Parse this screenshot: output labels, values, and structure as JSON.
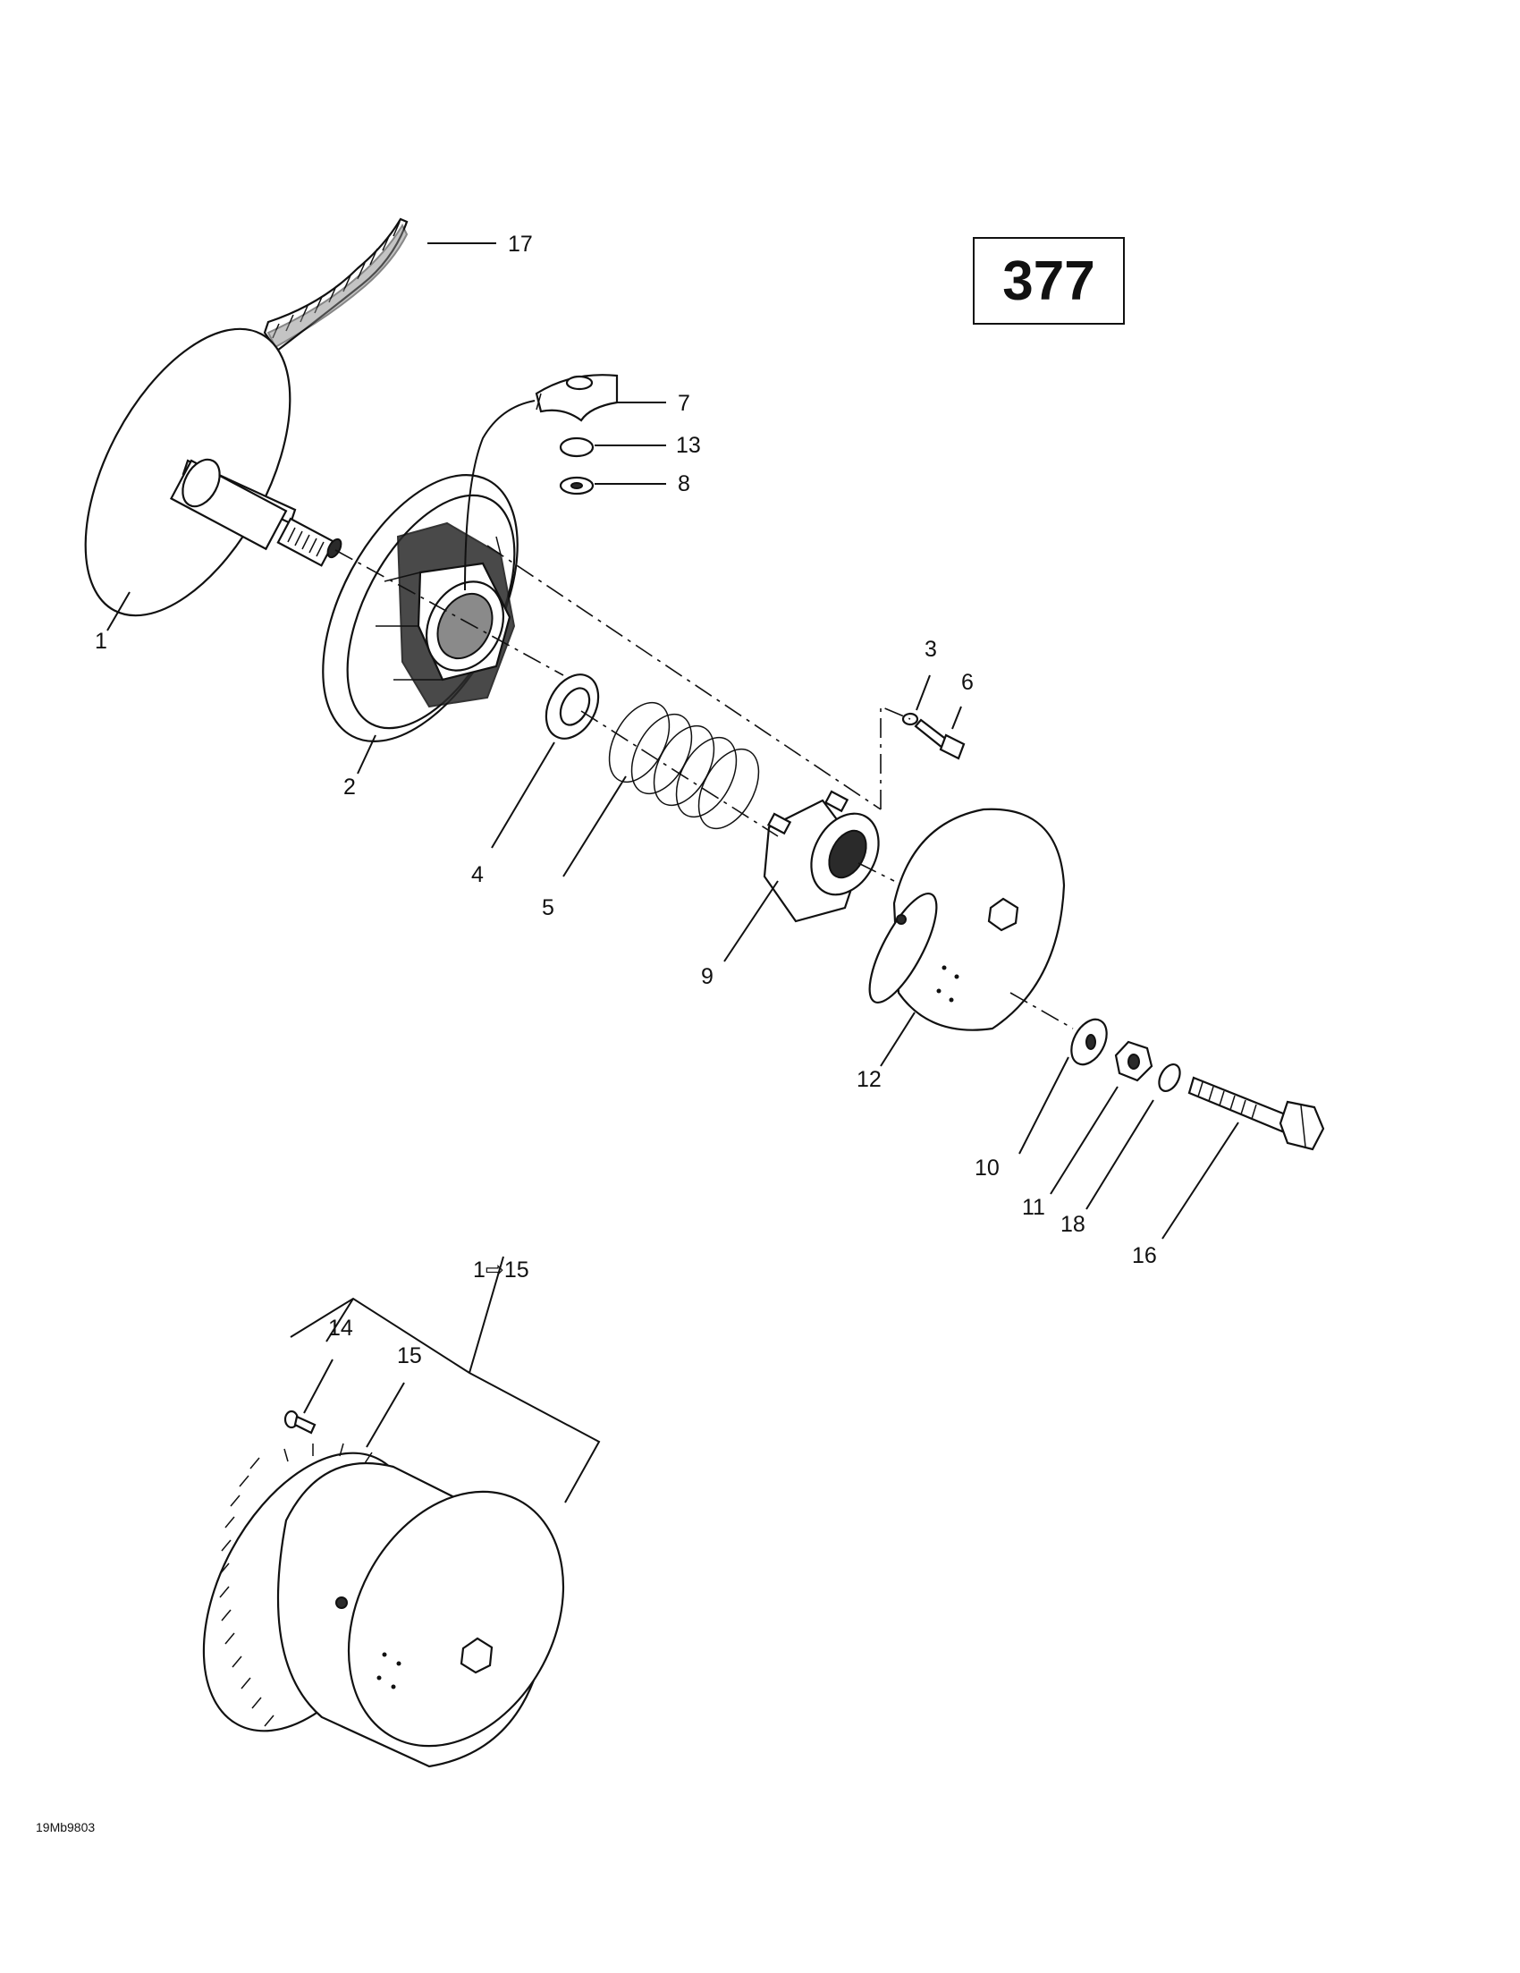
{
  "page_number": "377",
  "reference_code": "19Mb9803",
  "callouts": {
    "c1": "1",
    "c2": "2",
    "c3": "3",
    "c4": "4",
    "c5": "5",
    "c6": "6",
    "c7": "7",
    "c8": "8",
    "c9": "9",
    "c10": "10",
    "c11": "11",
    "c12": "12",
    "c13": "13",
    "c14": "14",
    "c15": "15",
    "c16": "16",
    "c17": "17",
    "c18": "18",
    "assembly": "1⇨15"
  }
}
